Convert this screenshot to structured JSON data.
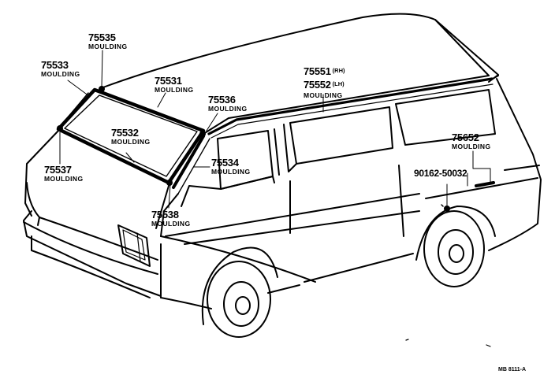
{
  "callouts": {
    "c75535": {
      "number": "75535",
      "name": "MOULDING"
    },
    "c75533": {
      "number": "75533",
      "name": "MOULDING"
    },
    "c75531": {
      "number": "75531",
      "name": "MOULDING"
    },
    "c75536": {
      "number": "75536",
      "name": "MOULDING"
    },
    "c75532": {
      "number": "75532",
      "name": "MOULDING"
    },
    "c75537": {
      "number": "75537",
      "name": "MOULDING"
    },
    "c75534": {
      "number": "75534",
      "name": "MOULDING"
    },
    "c75538": {
      "number": "75538",
      "name": "MOULDING"
    },
    "c75551": {
      "number": "75551",
      "side": "(RH)"
    },
    "c75552": {
      "number": "75552",
      "side": "(LH)",
      "name": "MOULDING"
    },
    "c75652": {
      "number": "75652",
      "name": "MOULDING"
    },
    "c90162": {
      "number": "90162-50032"
    }
  },
  "figure_code": "MB 8111-A"
}
